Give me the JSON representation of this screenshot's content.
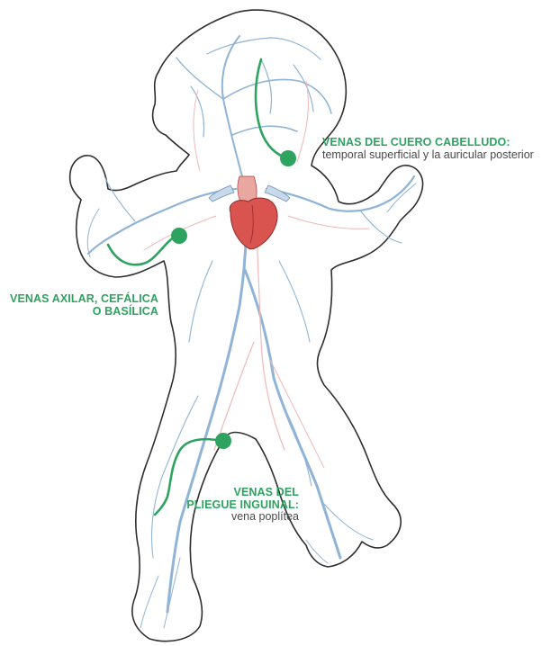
{
  "labels": {
    "scalp": {
      "title": "VENAS DEL CUERO CABELLUDO:",
      "subtitle": "temporal superficial y la auricular posterior"
    },
    "arm": {
      "line1": "VENAS AXILAR, CEFÁLICA",
      "line2": "O BASÍLICA"
    },
    "groin": {
      "line1": "VENAS DEL",
      "line2": "PLIEGUE INGUINAL:",
      "subtitle": "vena poplítea"
    }
  },
  "colors": {
    "accent_green": "#2ea35f",
    "vein_blue": "#8fb4d6",
    "artery_pink": "#f0b8b8",
    "heart_red": "#d9534f",
    "outline": "#333333"
  }
}
